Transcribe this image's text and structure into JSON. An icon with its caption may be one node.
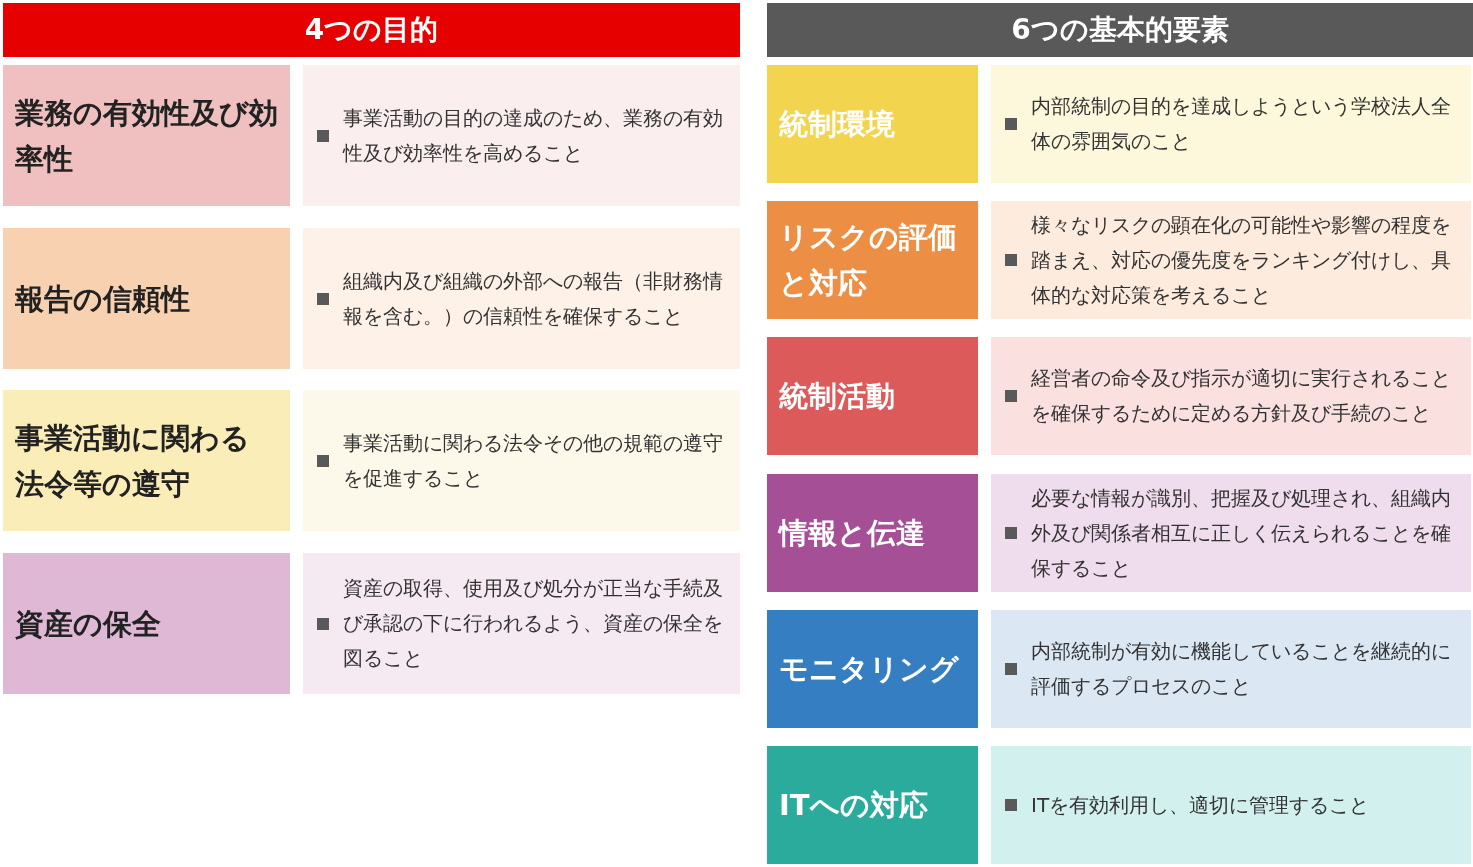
{
  "diagram": {
    "nodes": [
      {
        "text": [
          "4つの目的"
        ]
      },
      {
        "text": [
          "業務の有効性及び効率性"
        ]
      },
      {
        "text": [
          "事業活動の目的の達成のため、業務の有効性及び効率性を高めること"
        ]
      },
      {
        "text": [
          "報告の信頼性"
        ]
      },
      {
        "text": [
          "組織内及び組織の外部への報告（非財務情報を含む。）の信頼性を確保すること"
        ]
      },
      {
        "text": [
          "事業活動に関わる法令等の遵守"
        ]
      },
      {
        "text": [
          "事業活動に関わる法令その他の規範の遵守を促進すること"
        ]
      },
      {
        "text": [
          "資産の保全"
        ]
      },
      {
        "text": [
          "資産の取得、使用及び処分が正当な手続及び承認の下に行われるよう、資産の保全を図ること"
        ]
      },
      {
        "text": [
          "6つの基本的要素"
        ]
      },
      {
        "text": [
          "統制環境"
        ]
      },
      {
        "text": [
          "内部統制の目的を達成しようという学校法人全体の雰囲気のこと"
        ]
      },
      {
        "text": [
          "リスクの評価と対応"
        ]
      },
      {
        "text": [
          "様々なリスクの顕在化の可能性や影響の程度を踏まえ、対応の優先度をランキング付けし、具体的な対応策を考えること"
        ]
      },
      {
        "text": [
          "統制活動"
        ]
      },
      {
        "text": [
          "経営者の命令及び指示が適切に実行されることを確保するために定める方針及び手続のこと"
        ]
      },
      {
        "text": [
          "情報と伝達"
        ]
      },
      {
        "text": [
          "必要な情報が識別、把握及び処理され、組織内外及び関係者相互に正しく伝えられることを確保すること"
        ]
      },
      {
        "text": [
          "モニタリング"
        ]
      },
      {
        "text": [
          "内部統制が有効に機能していることを継続的に評価するプロセスのこと"
        ]
      },
      {
        "text": [
          "ITへの対応"
        ]
      },
      {
        "text": [
          "ITを有効利用し、適切に管理すること"
        ]
      }
    ]
  }
}
